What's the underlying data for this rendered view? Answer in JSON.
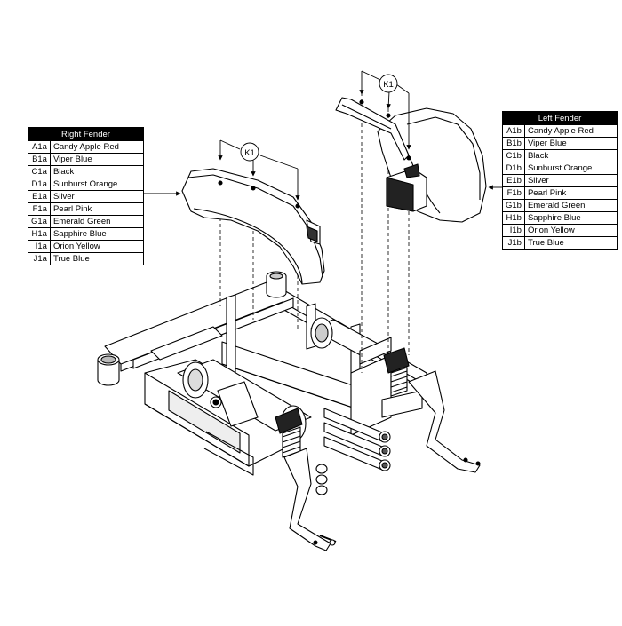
{
  "right_fender": {
    "title": "Right Fender",
    "rows": [
      {
        "code": "A1a",
        "color": "Candy Apple Red"
      },
      {
        "code": "B1a",
        "color": "Viper Blue"
      },
      {
        "code": "C1a",
        "color": "Black"
      },
      {
        "code": "D1a",
        "color": "Sunburst Orange"
      },
      {
        "code": "E1a",
        "color": "Silver"
      },
      {
        "code": "F1a",
        "color": "Pearl Pink"
      },
      {
        "code": "G1a",
        "color": "Emerald Green"
      },
      {
        "code": "H1a",
        "color": "Sapphire Blue"
      },
      {
        "code": "I1a",
        "color": "Orion Yellow"
      },
      {
        "code": "J1a",
        "color": "True Blue"
      }
    ]
  },
  "left_fender": {
    "title": "Left Fender",
    "rows": [
      {
        "code": "A1b",
        "color": "Candy Apple Red"
      },
      {
        "code": "B1b",
        "color": "Viper Blue"
      },
      {
        "code": "C1b",
        "color": "Black"
      },
      {
        "code": "D1b",
        "color": "Sunburst Orange"
      },
      {
        "code": "E1b",
        "color": "Silver"
      },
      {
        "code": "F1b",
        "color": "Pearl Pink"
      },
      {
        "code": "G1b",
        "color": "Emerald Green"
      },
      {
        "code": "H1b",
        "color": "Sapphire Blue"
      },
      {
        "code": "I1b",
        "color": "Orion Yellow"
      },
      {
        "code": "J1b",
        "color": "True Blue"
      }
    ]
  },
  "callouts": {
    "k1_right": "K1",
    "k1_left": "K1"
  }
}
